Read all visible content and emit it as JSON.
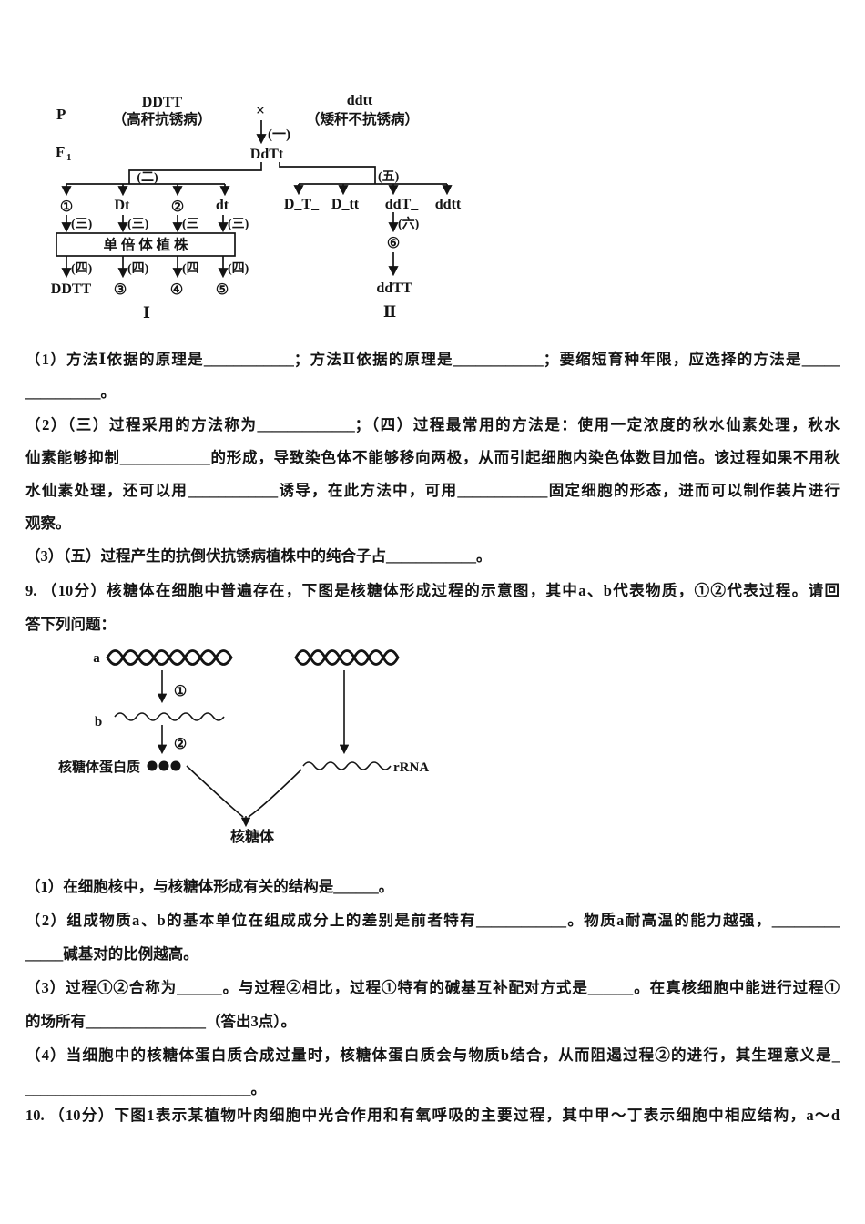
{
  "colors": {
    "ink": "#141414",
    "paper": "#ffffff"
  },
  "g": {
    "p_label": "P",
    "f1_main": "F",
    "f1_sub": "1",
    "parent1_genotype": "DDTT",
    "parent1_phenotype": "（高秆抗锈病）",
    "cross": "×",
    "parent2_genotype": "ddtt",
    "parent2_phenotype": "（矮秆不抗锈病）",
    "step_one": "(一)",
    "f1_genotype": "DdTt",
    "step_two": "(二)",
    "step_five": "(五)",
    "gametes": [
      "①",
      "Dt",
      "②",
      "dt"
    ],
    "step_three": [
      "(三)",
      "(三)",
      "(三",
      "(三)"
    ],
    "haploid_box": "单 倍 体 植 株",
    "step_four": [
      "(四)",
      "(四)",
      "(四",
      "(四)"
    ],
    "method1_results": [
      "DDTT",
      "③",
      "④",
      "⑤"
    ],
    "f2_genotypes": [
      "D_T_",
      "D_tt",
      "ddT_",
      "ddtt"
    ],
    "step_six": "(六)",
    "circle_six": "⑥",
    "method2_result": "ddTT",
    "method1_label": "Ⅰ",
    "method2_label": "Ⅱ"
  },
  "q8_lines": [
    "（1）方法Ⅰ依据的原理是____________；方法Ⅱ依据的原理是____________；要缩短育种年限，应选择的方法是_____",
    "__________。",
    "（2）（三）过程采用的方法称为_____________；（四）过程最常用的方法是：使用一定浓度的秋水仙素处理，秋水",
    "仙素能够抑制____________的形成，导致染色体不能够移向两极，从而引起细胞内染色体数目加倍。该过程如果不用秋",
    "水仙素处理，还可以用____________诱导，在此方法中，可用____________固定细胞的形态，进而可以制作装片进行",
    "观察。",
    "（3）（五）过程产生的抗倒伏抗锈病植株中的纯合子占____________。"
  ],
  "q9": {
    "intro": [
      "9. （10分）核糖体在细胞中普遍存在，下图是核糖体形成过程的示意图，其中a、b代表物质，①②代表过程。请回",
      "答下列问题："
    ],
    "diagram": {
      "label_a": "a",
      "label_b": "b",
      "step1": "①",
      "step2": "②",
      "protein_label": "核糖体蛋白质",
      "rrna_label": "rRNA",
      "ribosome_label": "核糖体"
    },
    "lines": [
      "（1）在细胞核中，与核糖体形成有关的结构是______。",
      "（2）组成物质a、b的基本单位在组成成分上的差别是前者特有____________。物质a耐高温的能力越强，_________",
      "_____碱基对的比例越高。",
      "（3）过程①②合称为______。与过程②相比，过程①特有的碱基互补配对方式是______。在真核细胞中能进行过程①",
      "的场所有________________（答出3点）。",
      "（4）当细胞中的核糖体蛋白质合成过量时，核糖体蛋白质会与物质b结合，从而阻遏过程②的进行，其生理意义是_",
      "______________________________。"
    ]
  },
  "q10": {
    "line": "10. （10分）下图1表示某植物叶肉细胞中光合作用和有氧呼吸的主要过程，其中甲～丁表示细胞中相应结构，a～d"
  }
}
